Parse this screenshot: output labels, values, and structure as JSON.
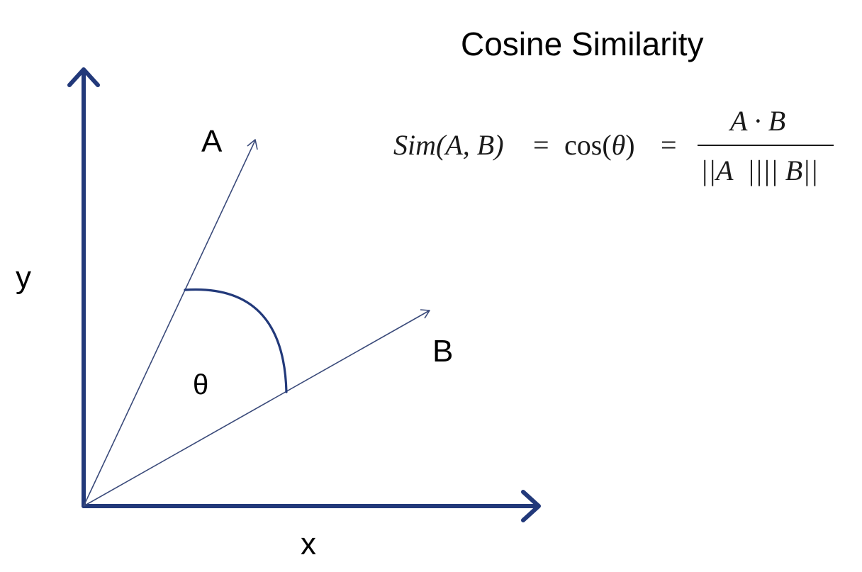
{
  "title": "Cosine Similarity",
  "axes": {
    "x_label": "x",
    "y_label": "y"
  },
  "vectors": {
    "a_label": "A",
    "b_label": "B"
  },
  "angle_label": "θ",
  "formula": {
    "lhs_sim": "Sim",
    "lhs_args": "(A, B)",
    "eq1": "=",
    "cos": "cos(",
    "theta": "θ",
    "cos_close": ")",
    "eq2": "=",
    "numerator": "A · B",
    "denominator": "||A  |||| B||"
  },
  "colors": {
    "axis": "#22397a",
    "vector": "#3a4a7a",
    "arc": "#22397a",
    "text": "#000000"
  }
}
